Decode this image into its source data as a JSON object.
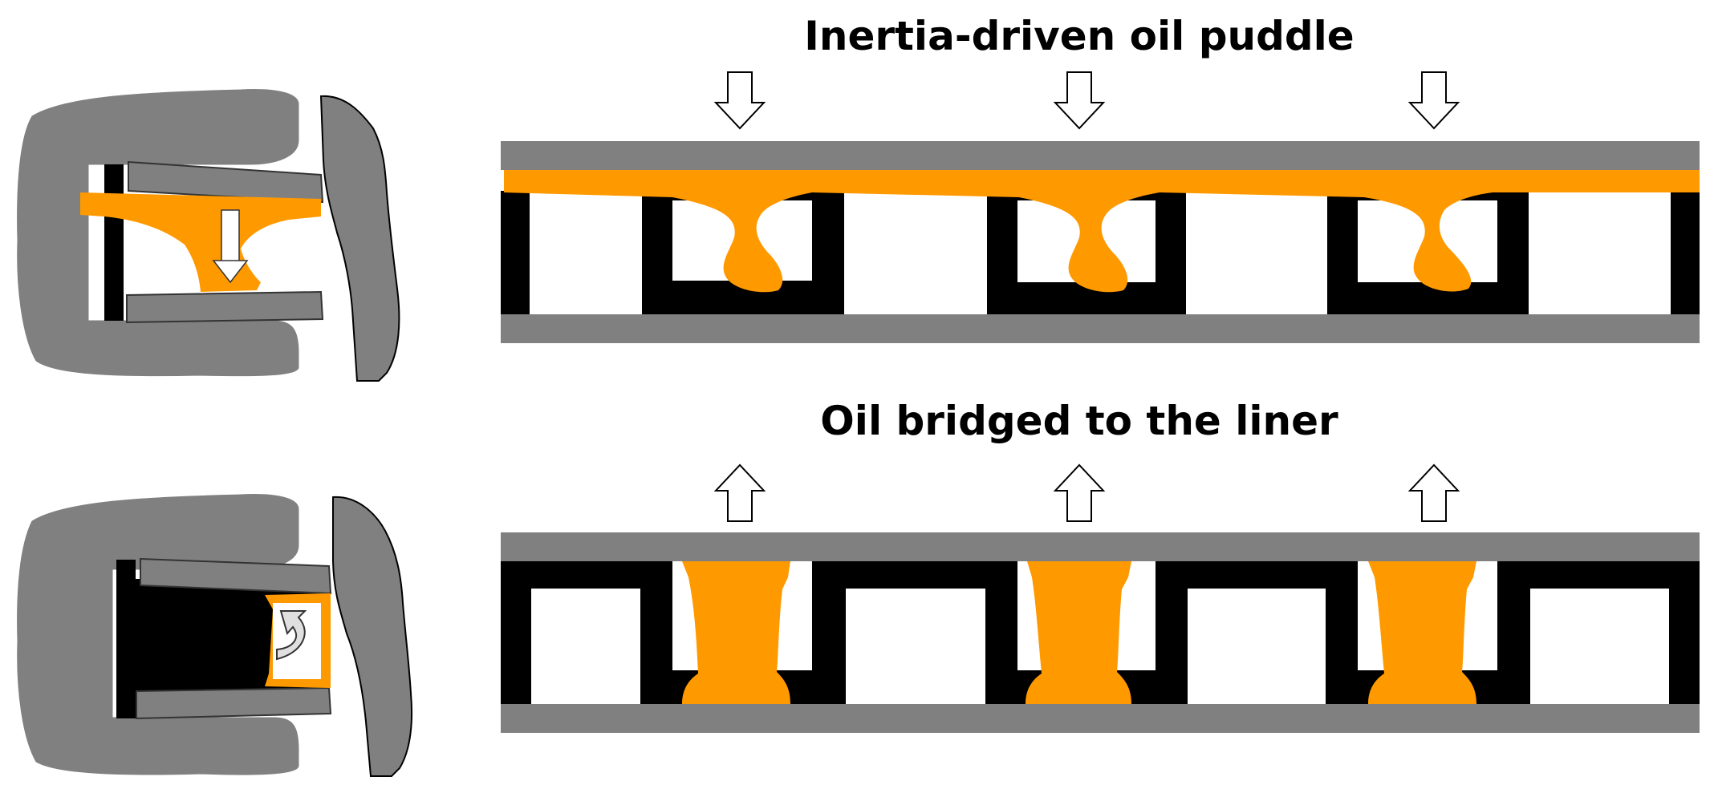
{
  "panels": [
    {
      "title": "Inertia-driven oil puddle",
      "arrow_direction": "down"
    },
    {
      "title": "Oil bridged to the liner",
      "arrow_direction": "up"
    }
  ],
  "colors": {
    "oil": "#ff9900",
    "liner": "#808080",
    "piston": "#000000",
    "housing": "#808080",
    "background": "#ffffff"
  },
  "icons": {
    "down_arrow": "hollow-down-arrow-icon",
    "up_arrow": "hollow-up-arrow-icon",
    "curved_arrow": "curved-arrow-icon"
  }
}
